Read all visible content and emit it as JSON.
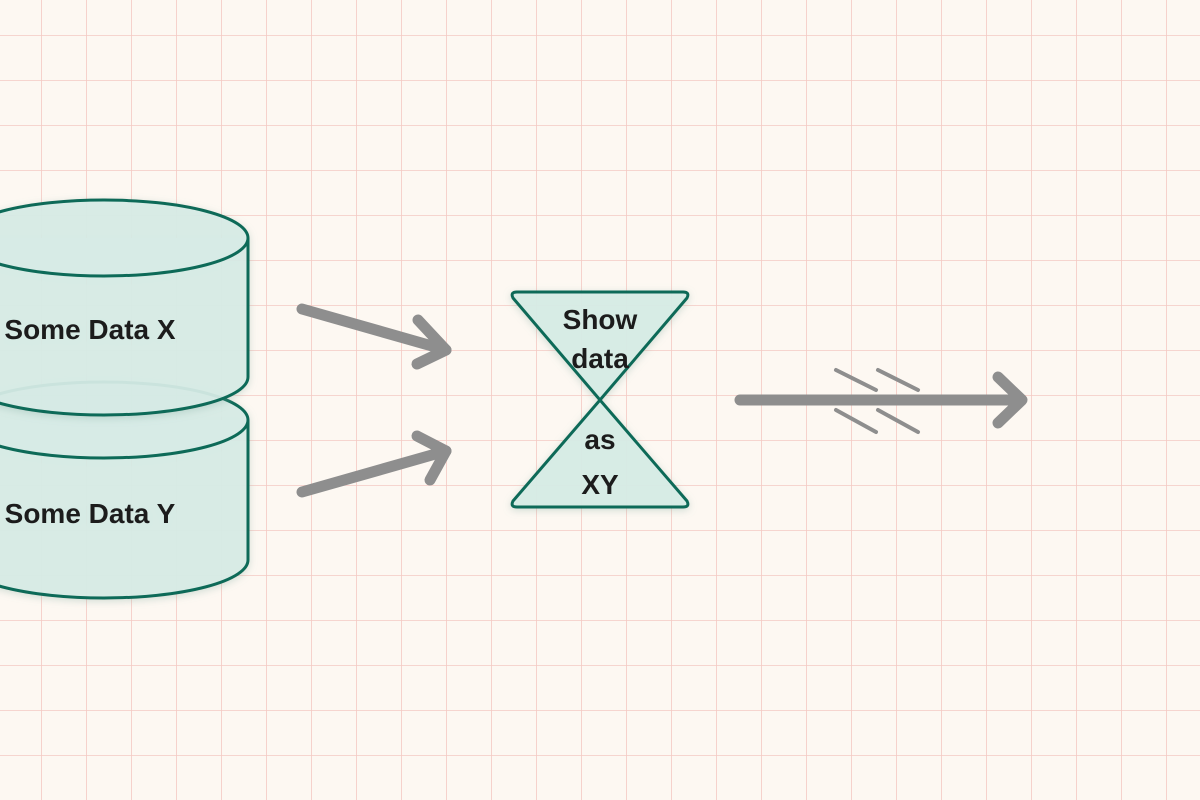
{
  "nodes": {
    "data_x": {
      "label": "Some Data X",
      "shape": "cylinder"
    },
    "data_y": {
      "label": "Some Data Y",
      "shape": "cylinder"
    },
    "collate": {
      "label_lines": [
        "Show",
        "data",
        "as",
        "XY"
      ],
      "shape": "hourglass-collate"
    }
  },
  "edges": [
    {
      "from": "data_x",
      "to": "collate",
      "style": "arrow"
    },
    {
      "from": "data_y",
      "to": "collate",
      "style": "arrow"
    },
    {
      "from": "collate",
      "to": "output",
      "style": "arrow-with-break"
    }
  ],
  "colors": {
    "background": "#fdf8f2",
    "grid_line": "#f4c9c3",
    "node_fill": "#d7ece6",
    "node_stroke": "#0f6b58",
    "arrow": "#8e8e8e",
    "text": "#1f1f1f"
  }
}
